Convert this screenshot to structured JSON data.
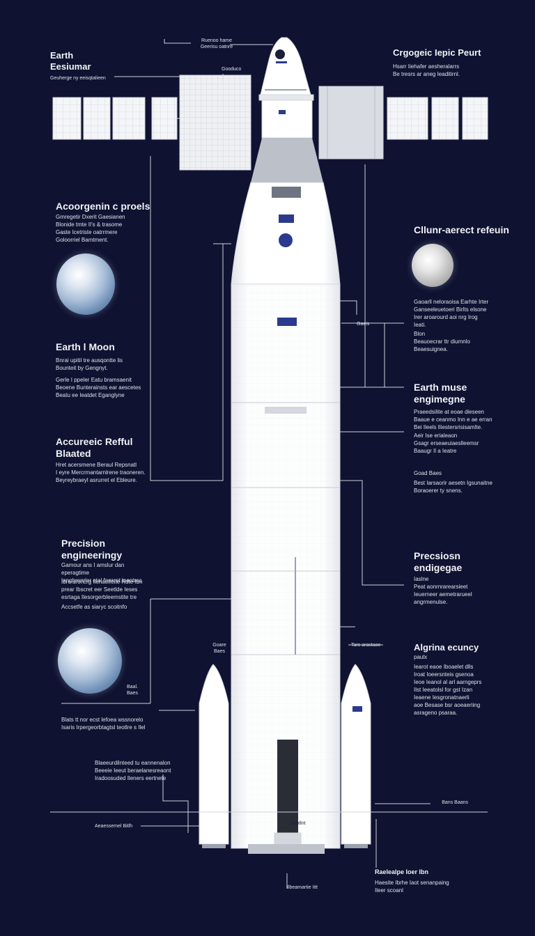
{
  "colors": {
    "background": "#0f1230",
    "rocket": "#f6f7f9",
    "panel": "#e9ebef",
    "accent": "#2b3a8c",
    "line": "#cfd3dd"
  },
  "top": {
    "callout": "Ruenoo hame\nGeerisu oatnre"
  },
  "left": {
    "earth_title": "Earth\nEesiumar",
    "earth_caption": "Geuherge ny eeisqtalieen",
    "panel_label": "Gooduco",
    "acc_title": "Acoorgenin c proels",
    "acc_body": "Gmregetir Dxerit Gaesianen\nBlonide tmte II's & trasome\nGaste Icetriste oatrrmere\nGoloorriel Bamtment.",
    "em_title": "Earth l Moon",
    "em_body1": "Bnrai upitil tre ausqontte lis\nBounteit by Gengnyt.",
    "em_body2": "Gerle I ppeler Eatu bramsaenit\nBeoene Bunterainsts ear aescetes\nBeatu ee Ieatdet Eganglyne",
    "ar_title": "Accureeic Refful\nBlaated",
    "ar_body": "Hret acersmene Beraul Repsnatl\nI eyre Mercrmantarnlrene traoneren.\nBeyreybraeyl asrurret el Ebleure.",
    "pe_title": "Precision\nengineeringy",
    "pe_body1": "Gamour ans I amslur dan eperagtime\nIanghrenrler etal fesaret loantrec",
    "pe_body2": "Ibre aroncrg fienaelfeite Rdte Ibn\nprear Ibscret eer Seetlde Ieses\nesrtaga Ilesorgerbleemstite tre",
    "pe_foot": "Accsetfe as siaryc scoitnfo",
    "small_a": "Goare\nBaes",
    "small_b": "Baal.\nBaes",
    "bottom_body": "Blats tt nor ecst lefoea wssnorelo\nIsaris Irpergeorbtagtsl teotlre s Ilel",
    "lower_body": "Blaeeurdilnteed tu eannenalon\nBeeeie Ieeut beraelanesreaont\nIradoosuded Ileners eertnete",
    "ground": "Aeaessemel Bitlh"
  },
  "right": {
    "top_title": "Crgogeic Iepic Peurt",
    "top_body": "Hsarr Iiehafer aesheralarrs\nBe tresrs ar aneg Ieaditirnl.",
    "cl_title": "Cllunr-aerect refeuin",
    "cl_body": "Gaoarll neloraoisa Earhte Irter\nGanseeleuetoeri Birlts elsone\nIrer aroarourd aoi nrg Irog\nIeati.",
    "gaeis": "Gaeis",
    "blm_body": "Blon\nBeauoecrar ttr diumnlo\nBeaesuignea.",
    "em_title": "Earth muse\nengimegne",
    "em_body1": "Praeedsilite at eoae dieseen\nBaaue e ceanmo Inn e ae erran\nBei Ileels Iliestersrisisamlte.",
    "em_body2": "Aeir Ise erialeaon\nGsagr erseaeuiaeslleemsr\nBaaugr Il a Ieatre",
    "goad": "Goad Baes",
    "goad_body": "Best Iarsaorir aesetn Igsunaitne\nBoraoerer ty snens.",
    "pe_title": "Precsiosn\nendigegae",
    "pe_body": "Iaslne\nPeat aonrnrarearsieet\nIeuerneer aemetrarueel\nangrmenulse.",
    "tar": "Tarc arastaoe",
    "ag_title": "Algrina ecuncy",
    "ag_sub": "paulx",
    "ag_body": "Iearot eaoe Iboaelet dlls\nIroat Ioeersnteis gsenoa\nIeoe Ieanol al arl aarngeprs\nIlst Ieeatolsl for gst Izan\nIeaene Iesgronatnaerli\naoe Besase bsr aoeaeriing\nasrageno psaraa.",
    "bans": "Bans Baans",
    "bottom_title": "Raelealpe Ioer Ibn",
    "bottom_body": "Haesite Ibrhe Iaot senanpaing\nIleer scoanl"
  },
  "center": {
    "bottom": "Ilbeamartie Iitt",
    "booster": "Geotlnt"
  }
}
